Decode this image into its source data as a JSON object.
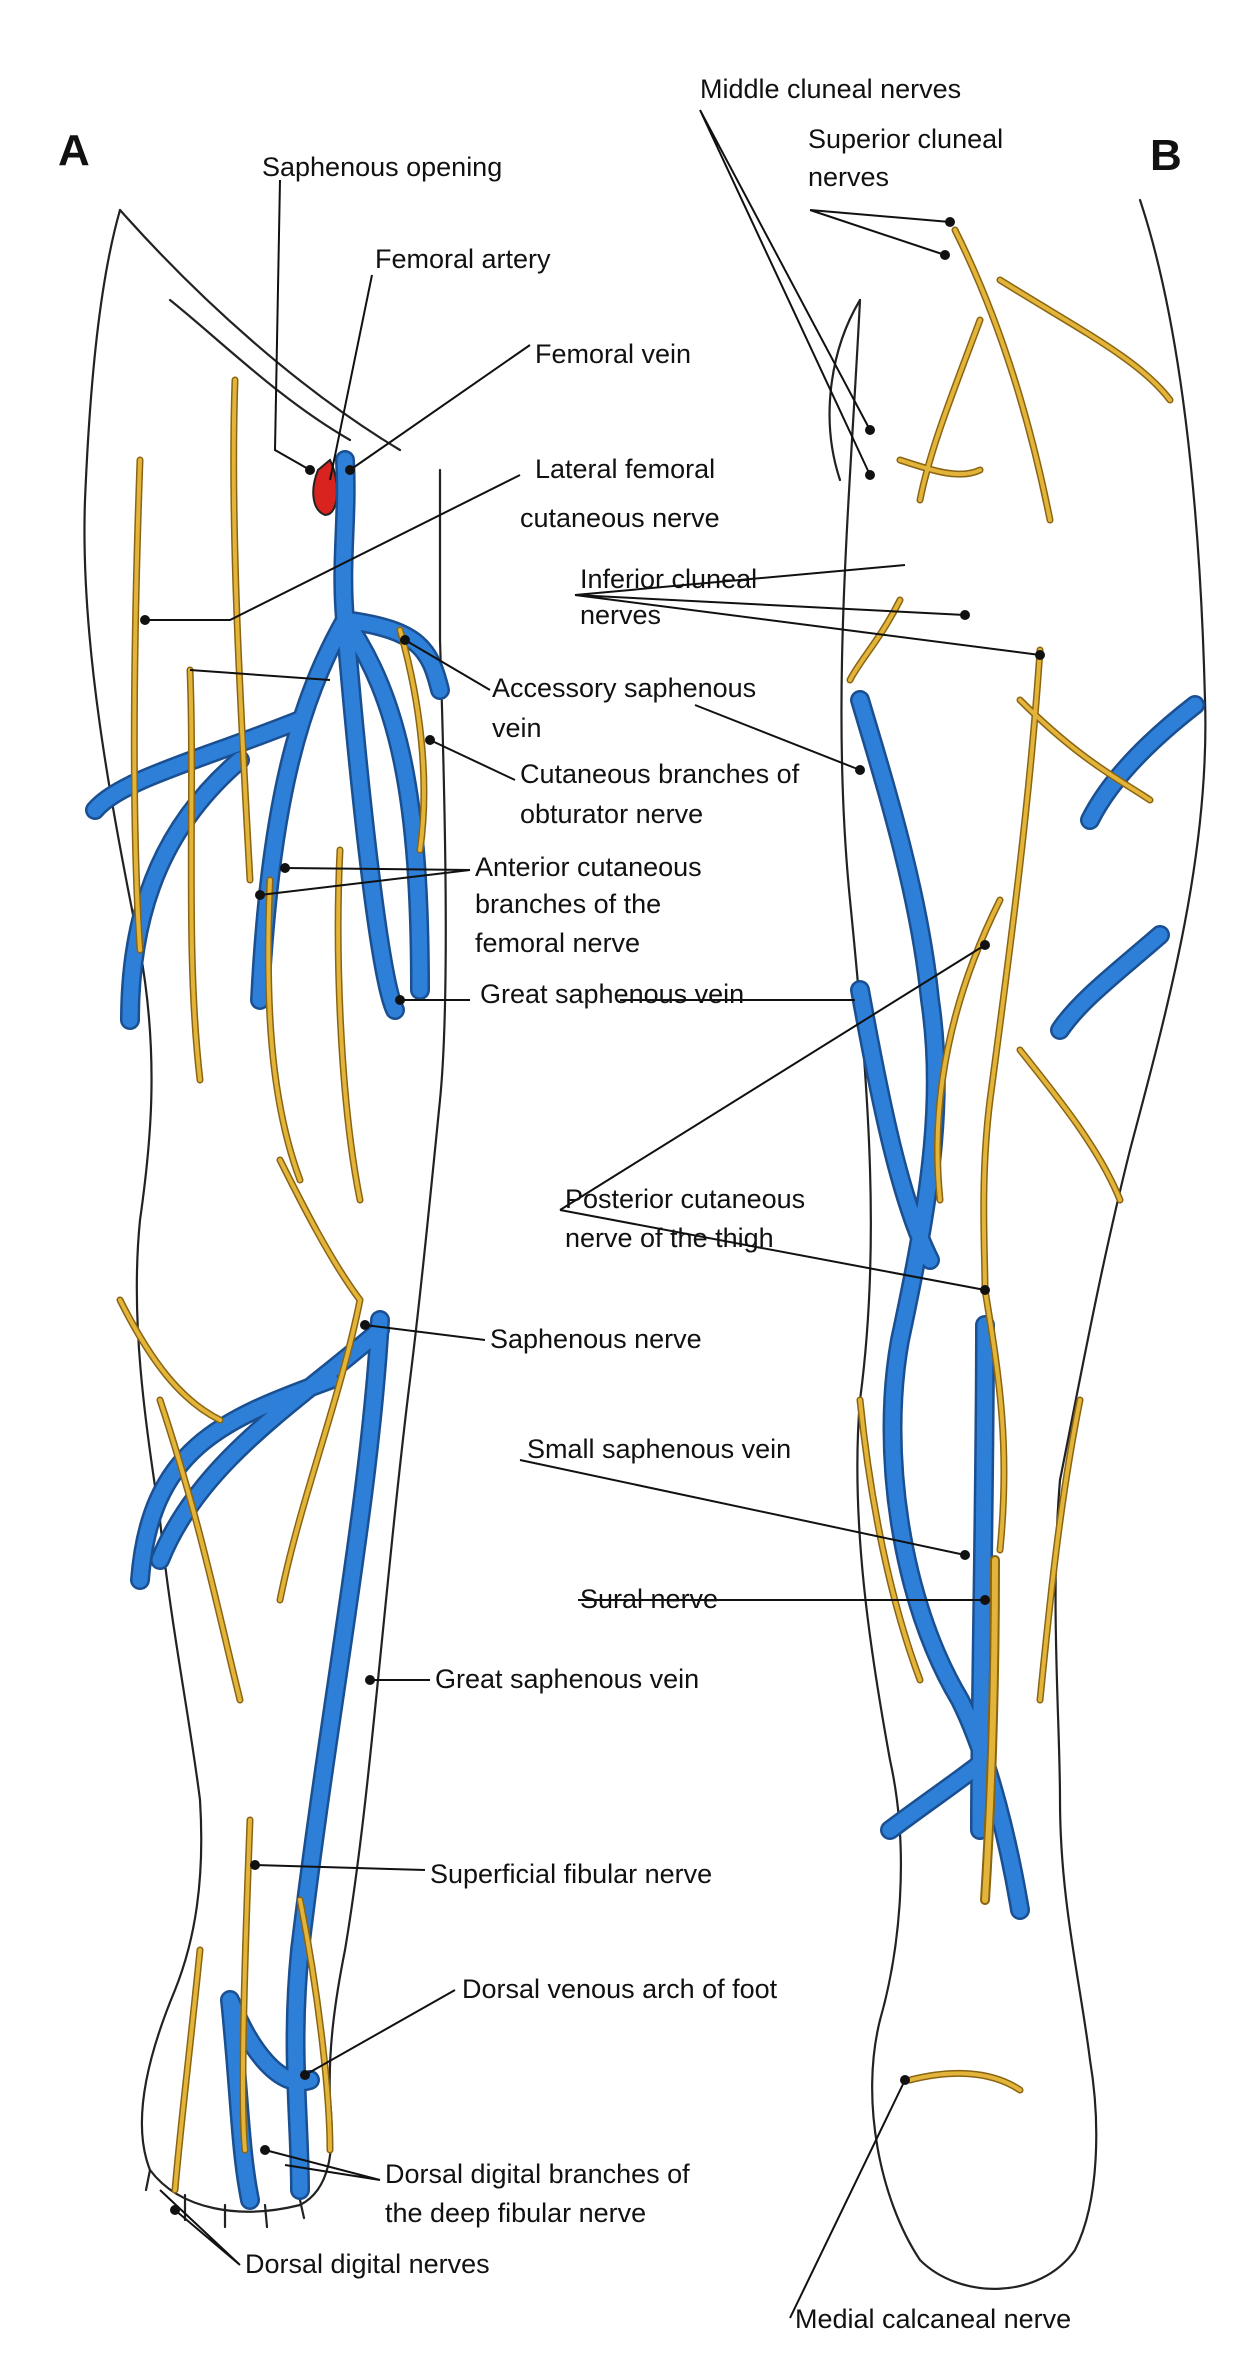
{
  "colors": {
    "vein": "#2d7fd8",
    "vein_edge": "#1a4f91",
    "nerve": "#e3b43a",
    "nerve_edge": "#8a6412",
    "artery": "#d8231e",
    "outline": "#222222"
  },
  "panels": {
    "a": "A",
    "b": "B"
  },
  "labels_a": {
    "saphenous_opening": "Saphenous opening",
    "femoral_artery": "Femoral artery",
    "femoral_vein": "Femoral vein",
    "lateral_femoral_cutaneous": [
      "Lateral femoral",
      "cutaneous nerve"
    ],
    "accessory_saphenous_vein": [
      "Accessory saphenous",
      "vein"
    ],
    "cutaneous_obturator": [
      "Cutaneous branches of",
      "obturator nerve"
    ],
    "anterior_cutaneous_femoral": [
      "Anterior cutaneous",
      "branches of the",
      "femoral nerve"
    ],
    "great_saphenous_thigh": "Great saphenous vein",
    "saphenous_nerve": "Saphenous nerve",
    "great_saphenous_leg": "Great saphenous vein",
    "superficial_fibular": "Superficial fibular nerve",
    "dorsal_venous_arch": "Dorsal venous arch of foot",
    "dorsal_digital_deep_fibular": [
      "Dorsal digital branches of",
      "the deep fibular nerve"
    ],
    "dorsal_digital_nerves": "Dorsal digital nerves"
  },
  "labels_b": {
    "middle_cluneal": "Middle cluneal nerves",
    "superior_cluneal": [
      "Superior cluneal",
      "nerves"
    ],
    "inferior_cluneal": [
      "Inferior cluneal",
      "nerves"
    ],
    "posterior_cutaneous_thigh": [
      "Posterior cutaneous",
      "nerve of the thigh"
    ],
    "small_saphenous_vein": "Small saphenous vein",
    "sural_nerve": "Sural nerve",
    "medial_calcaneal": "Medial calcaneal nerve"
  }
}
